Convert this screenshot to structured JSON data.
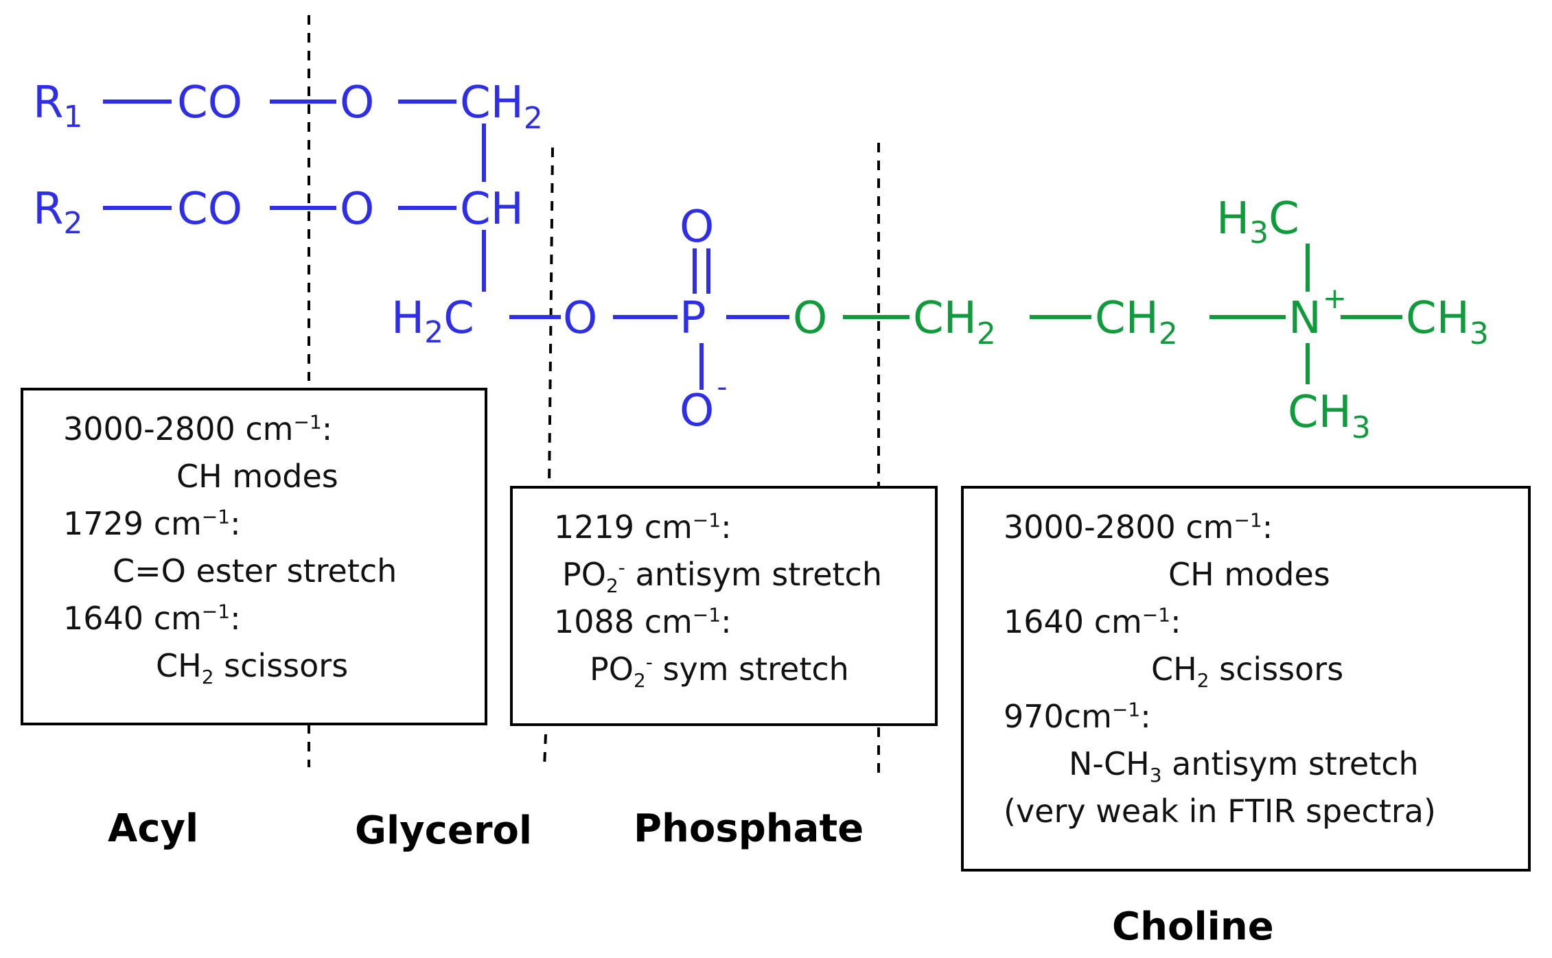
{
  "colors": {
    "acyl_glycerol": "#2d2ee6",
    "phosphate": "#2d2ee6",
    "choline": "#0f9a3c",
    "divider": "#000000"
  },
  "molecule": {
    "chain1": {
      "r": "R",
      "r_sub": "1",
      "co": "CO",
      "o": "O",
      "ch2": "CH",
      "ch2_sub": "2"
    },
    "chain2": {
      "r": "R",
      "r_sub": "2",
      "co": "CO",
      "o": "O",
      "ch": "CH"
    },
    "backbone": {
      "h2c_h": "H",
      "h2c_sub": "2",
      "h2c_c": "C",
      "o": "O"
    },
    "phosphate": {
      "p": "P",
      "o_top": "O",
      "o_bottom": "O",
      "o_bottom_charge": "-",
      "o_right": "O"
    },
    "choline": {
      "ch2a": "CH",
      "ch2a_sub": "2",
      "ch2b": "CH",
      "ch2b_sub": "2",
      "n": "N",
      "n_charge": "+",
      "h3c_h": "H",
      "h3c_sub": "3",
      "h3c_c": "C",
      "ch3_right": "CH",
      "ch3_right_sub": "3",
      "ch3_bottom": "CH",
      "ch3_bottom_sub": "3"
    }
  },
  "boxes": {
    "acyl": {
      "l1_value": "3000-2800 cm",
      "l1_sup": "−1",
      "l1_tail": ":",
      "l2": "CH modes",
      "l3_value": "1729 cm",
      "l3_sup": "−1",
      "l3_tail": ":",
      "l4": "C=O ester  stretch",
      "l5_value": "1640 cm",
      "l5_sup": "−1",
      "l5_tail": ":",
      "l6_a": "CH",
      "l6_sub": "2",
      "l6_b": " scissors"
    },
    "phosphate": {
      "l1_value": "1219 cm",
      "l1_sup": "−1",
      "l1_tail": ":",
      "l2_a": "PO",
      "l2_sub": "2",
      "l2_sup": "-",
      "l2_b": " antisym stretch",
      "l3_value": "1088 cm",
      "l3_sup": "−1",
      "l3_tail": ":",
      "l4_a": "PO",
      "l4_sub": "2",
      "l4_sup": "-",
      "l4_b": " sym  stretch"
    },
    "choline": {
      "l1_value": "3000-2800 cm",
      "l1_sup": "−1",
      "l1_tail": ":",
      "l2": "CH modes",
      "l3_value": "1640 cm",
      "l3_sup": "−1",
      "l3_tail": ":",
      "l4_a": "CH",
      "l4_sub": "2",
      "l4_b": " scissors",
      "l5_value": "970cm",
      "l5_sup": "−1",
      "l5_tail": ":",
      "l6_a": "N-CH",
      "l6_sub": "3",
      "l6_b": " antisym stretch",
      "l7": "(very weak  in  FTIR spectra)"
    }
  },
  "labels": {
    "acyl": "Acyl",
    "glycerol": "Glycerol",
    "phosphate": "Phosphate",
    "choline": "Choline"
  }
}
